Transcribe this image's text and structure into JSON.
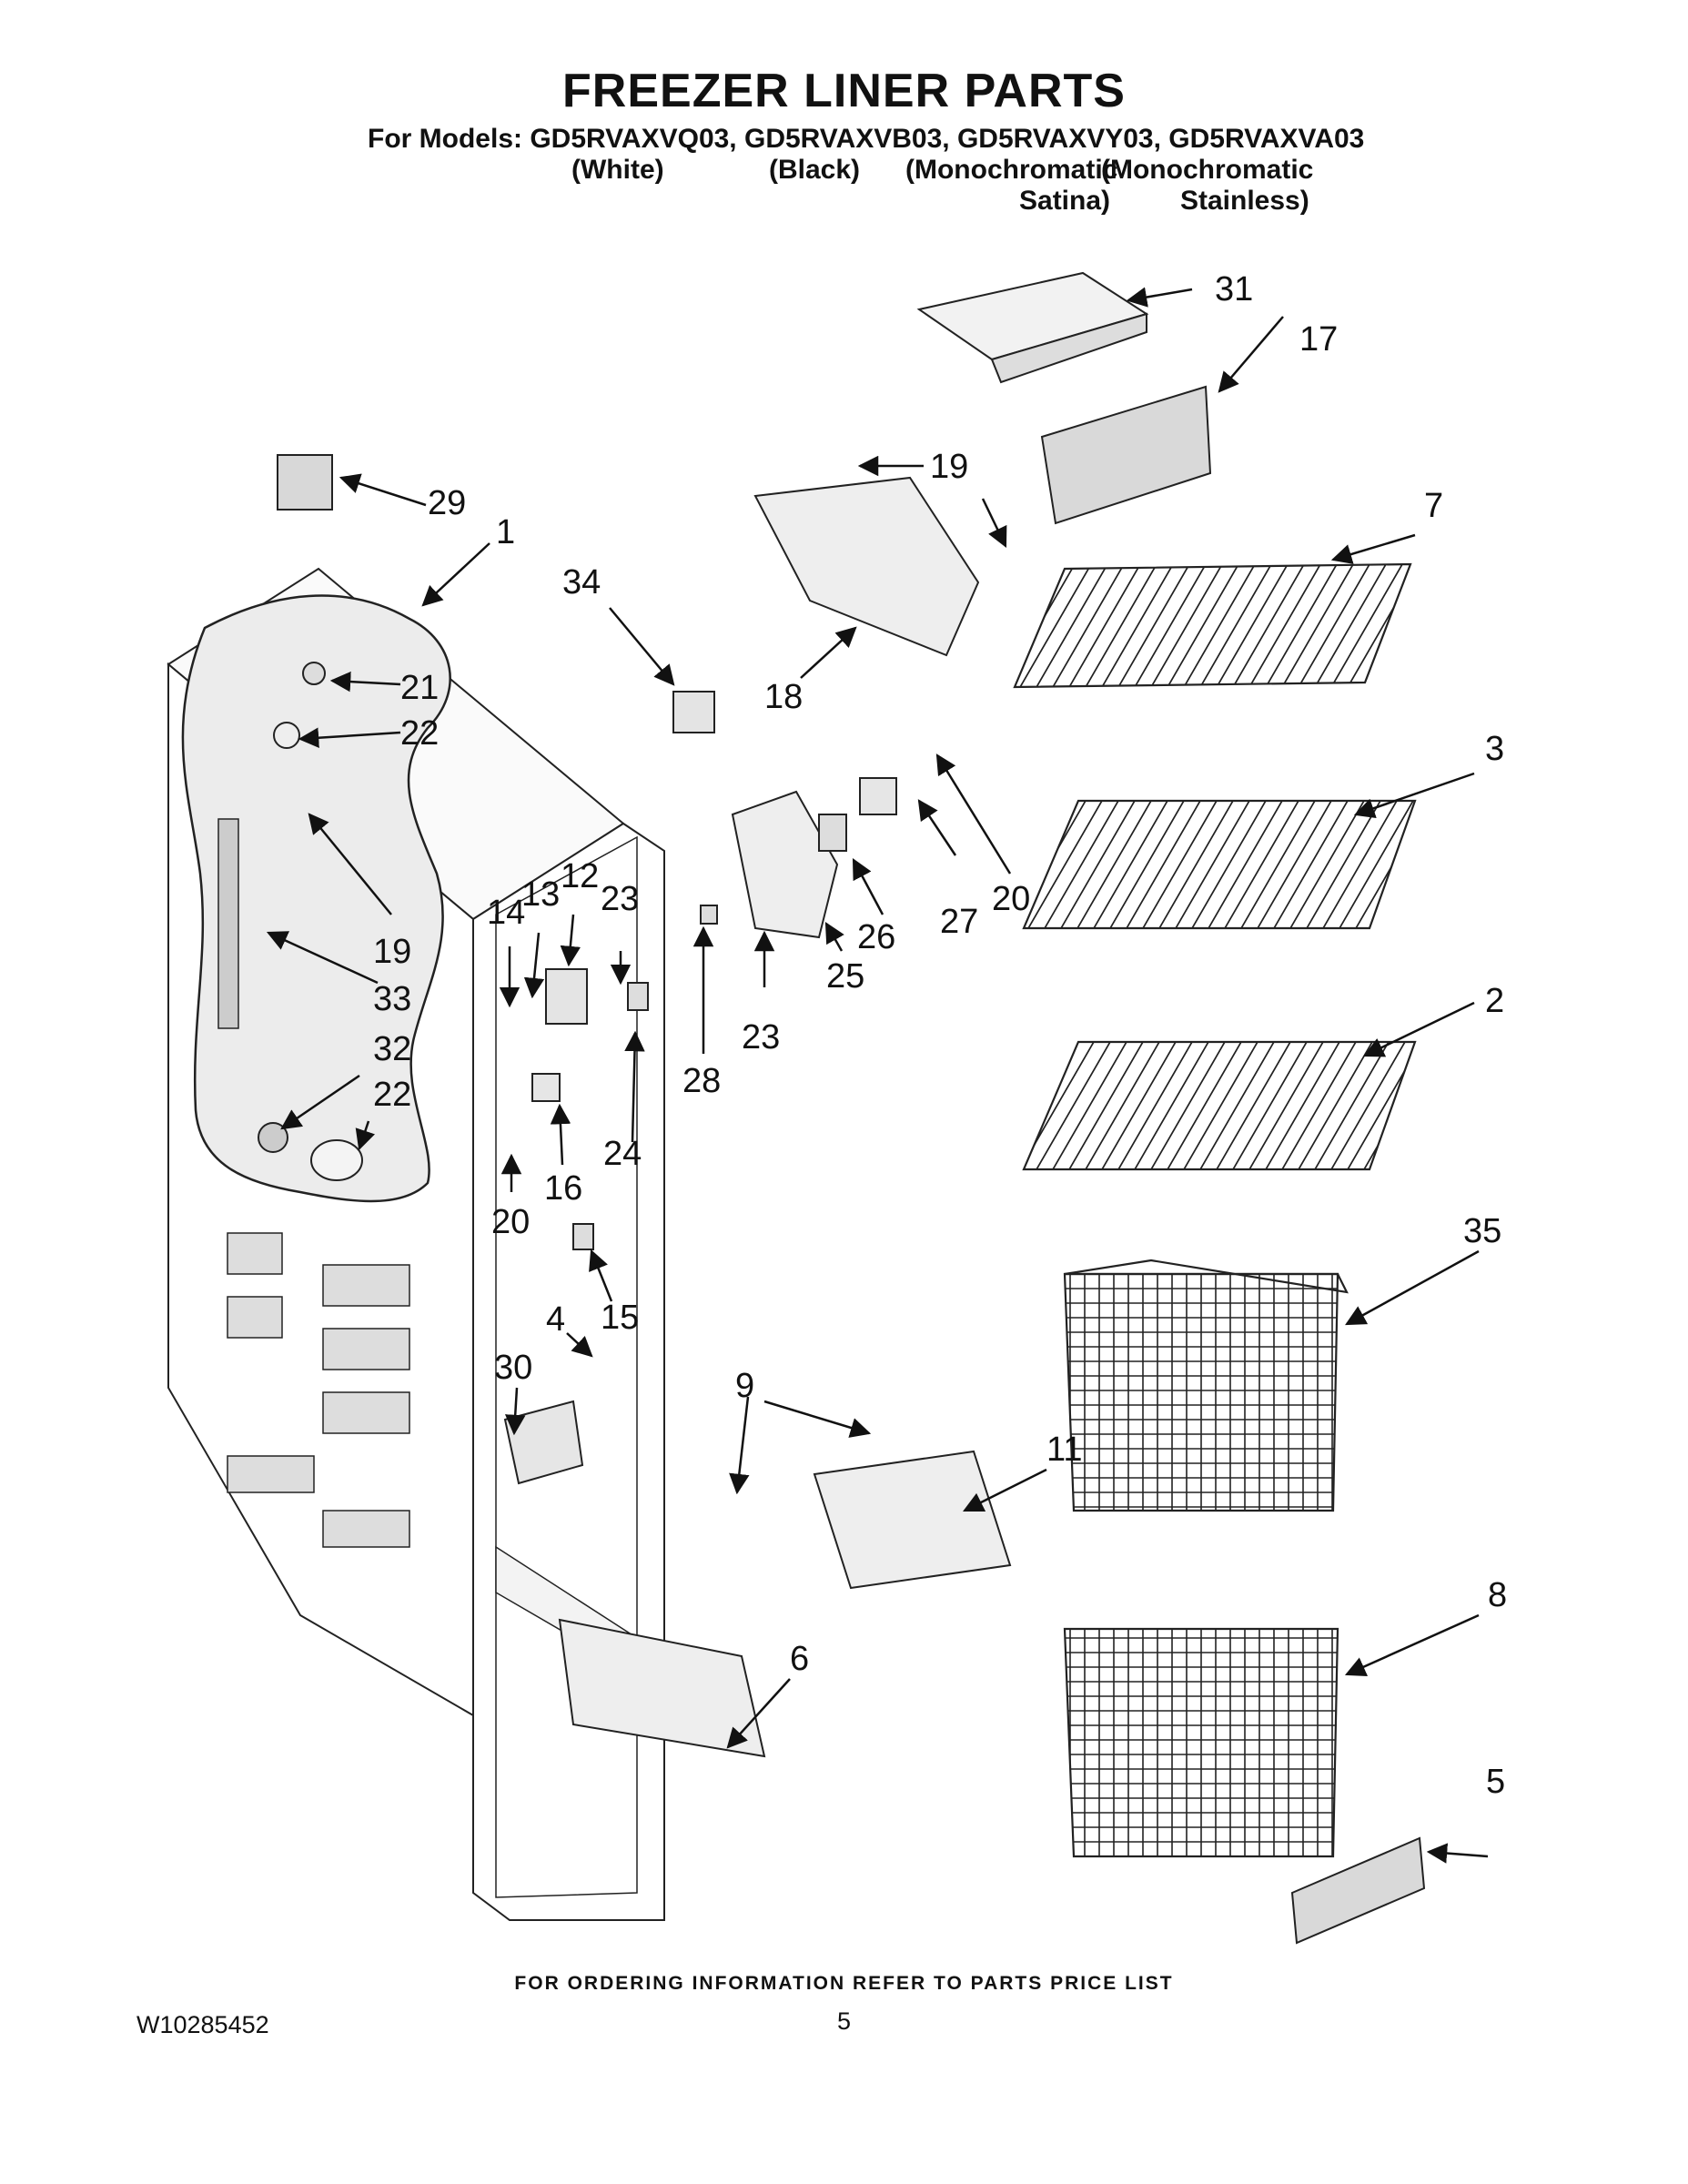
{
  "header": {
    "title": "FREEZER LINER PARTS",
    "models_line": "For Models: GD5RVAXVQ03, GD5RVAXVB03, GD5RVAXVY03, GD5RVAXVA03",
    "finishes": {
      "white": "(White)",
      "black": "(Black)",
      "mono1_a": "(Monochromatic",
      "mono1_b": "Satina)",
      "mono2_a": "(Monochromatic",
      "mono2_b": "Stainless)"
    }
  },
  "callouts": {
    "c31": "31",
    "c17": "17",
    "c19a": "19",
    "c7": "7",
    "c29": "29",
    "c1": "1",
    "c34": "34",
    "c18": "18",
    "c21": "21",
    "c22a": "22",
    "c3": "3",
    "c20a": "20",
    "c27": "27",
    "c26": "26",
    "c25": "25",
    "c28": "28",
    "c23a": "23",
    "c19b": "19",
    "c33": "33",
    "c14": "14",
    "c13": "13",
    "c12": "12",
    "c23b": "23",
    "c32": "32",
    "c22b": "22",
    "c2": "2",
    "c24": "24",
    "c16": "16",
    "c20b": "20",
    "c15": "15",
    "c35": "35",
    "c4": "4",
    "c30": "30",
    "c9": "9",
    "c11": "11",
    "c6": "6",
    "c8": "8",
    "c5": "5"
  },
  "footer": {
    "ordering_note": "FOR ORDERING INFORMATION REFER TO PARTS PRICE LIST",
    "doc_number": "W10285452",
    "page_number": "5"
  }
}
